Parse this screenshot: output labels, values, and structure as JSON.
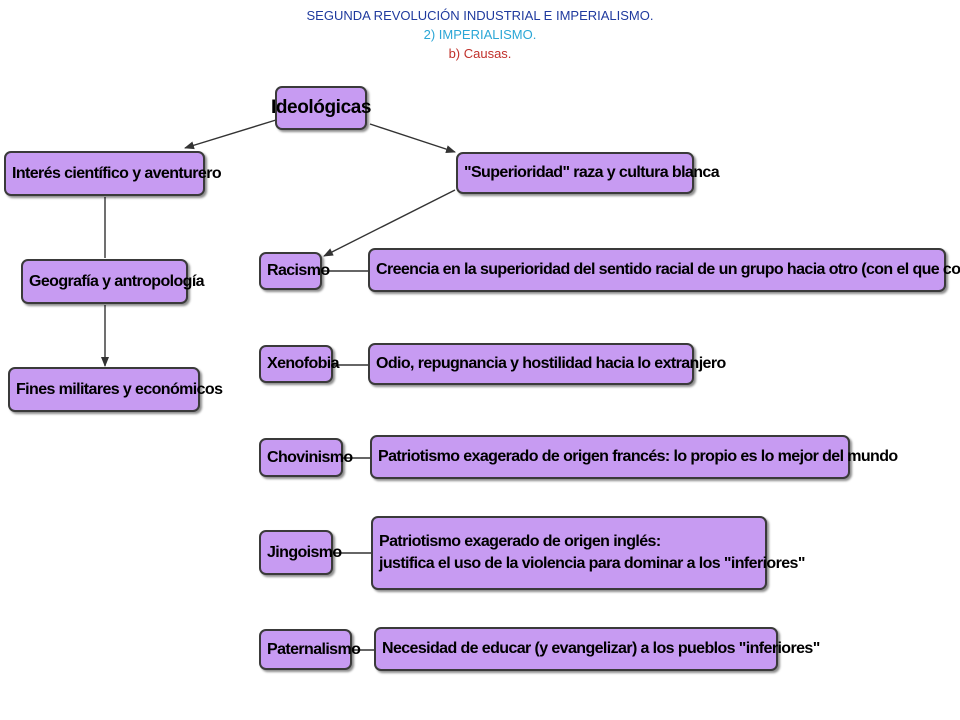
{
  "header": {
    "line1": "SEGUNDA REVOLUCIÓN INDUSTRIAL E IMPERIALISMO.",
    "line2": "2) IMPERIALISMO.",
    "line3": "b) Causas."
  },
  "colors": {
    "header_line1": "#1f3a9e",
    "header_line2": "#2aa6d6",
    "header_line3": "#c0302a",
    "node_fill": "#c79bf2",
    "node_border": "#3a3a3a",
    "connector": "#333333"
  },
  "nodes": {
    "root": "Ideológicas",
    "interes": "Interés científico y aventurero",
    "geografia": "Geografía y antropología",
    "fines": "Fines militares y económicos",
    "superioridad": "\"Superioridad\" raza y cultura blanca",
    "racismo": "Racismo",
    "racismo_def": "Creencia en la superioridad del sentido racial de un grupo hacia otro (con el que convive)",
    "xenofobia": "Xenofobia",
    "xenofobia_def": "Odio, repugnancia y hostilidad hacia lo extranjero",
    "chovinismo": "Chovinismo",
    "chovinismo_def": "Patriotismo exagerado de origen francés: lo propio es lo mejor del mundo",
    "jingoismo": "Jingoismo",
    "jingoismo_def_line1": "Patriotismo exagerado de origen inglés:",
    "jingoismo_def_line2": "justifica el uso de la violencia para dominar a los \"inferiores\"",
    "paternalismo": "Paternalismo",
    "paternalismo_def": "Necesidad de educar (y evangelizar) a los pueblos \"inferiores\""
  }
}
